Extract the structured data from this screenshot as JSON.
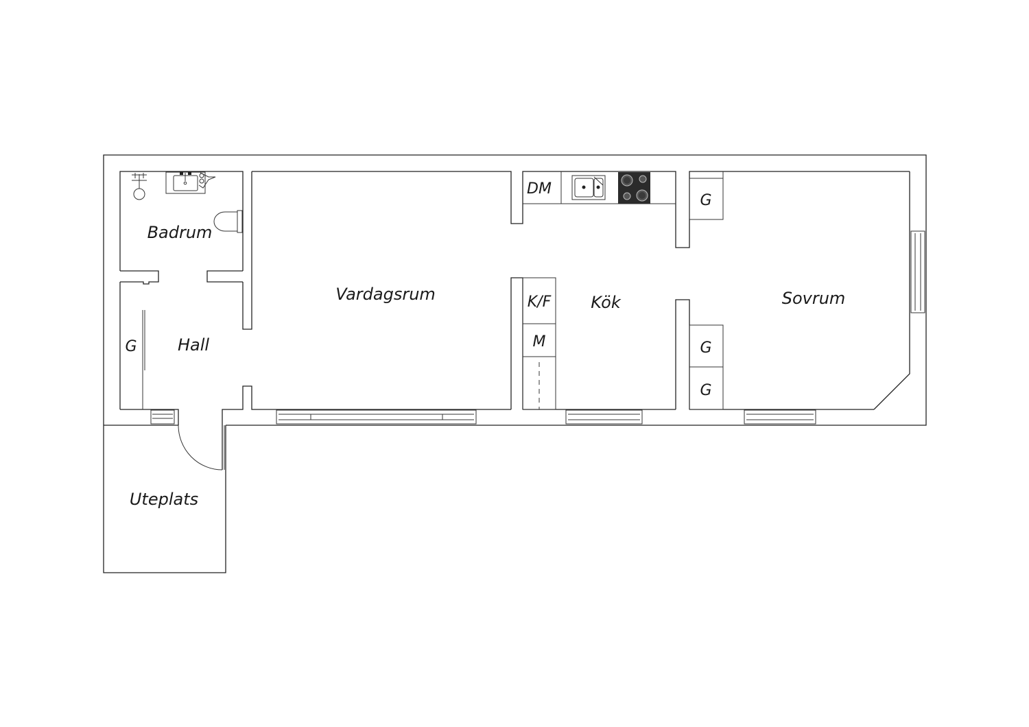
{
  "rooms": {
    "badrum": "Badrum",
    "hall": "Hall",
    "vardagsrum": "Vardagsrum",
    "kok": "Kök",
    "sovrum": "Sovrum",
    "uteplats": "Uteplats"
  },
  "fixtures": {
    "hall_wardrobe": "G",
    "dishwasher": "DM",
    "fridge_freezer": "K/F",
    "microwave": "M",
    "sovrum_wardrobe_top": "G",
    "sovrum_wardrobe_mid": "G",
    "sovrum_wardrobe_bottom": "G"
  },
  "icons": [
    "shower-icon",
    "sink-icon",
    "toilet-icon",
    "kitchen-sink-icon",
    "stove-icon"
  ],
  "colors": {
    "line": "#222222",
    "stove": "#2b2b2b",
    "background": "#ffffff"
  }
}
